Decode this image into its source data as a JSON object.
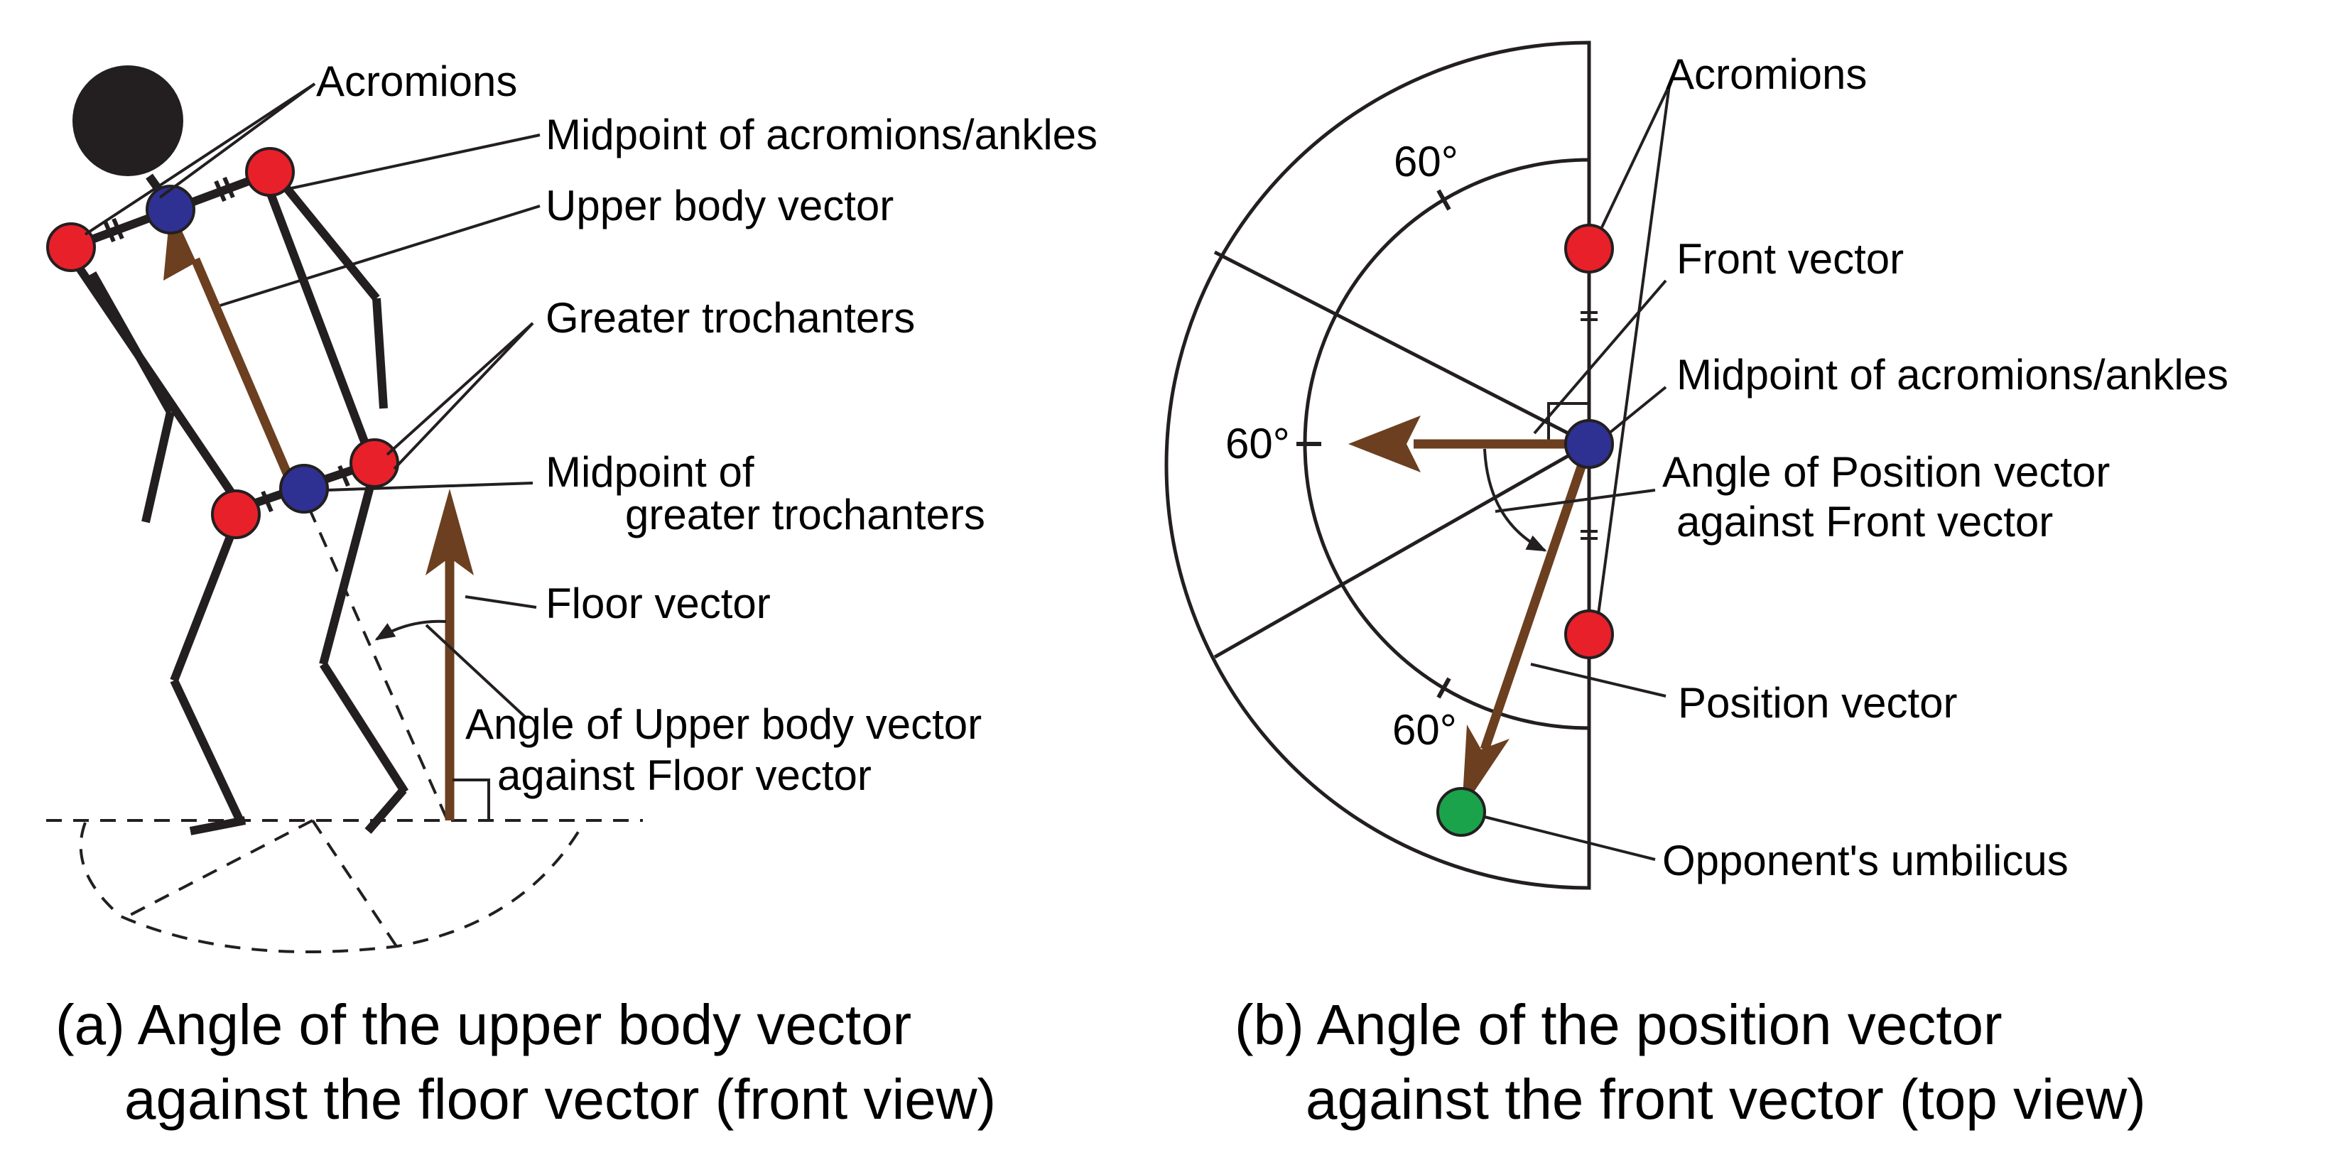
{
  "panel_a": {
    "labels": {
      "acromions": "Acromions",
      "midpoint_acromions_ankles": "Midpoint of acromions/ankles",
      "upper_body_vector": "Upper body vector",
      "greater_trochanters": "Greater trochanters",
      "midpoint_trochanters_line1": "Midpoint of",
      "midpoint_trochanters_line2": "greater trochanters",
      "floor_vector": "Floor vector",
      "angle_line1": "Angle of Upper body vector",
      "angle_line2": "against Floor vector"
    },
    "caption_line1": "(a) Angle of the upper body vector",
    "caption_line2": "against the floor vector (front view)"
  },
  "panel_b": {
    "labels": {
      "acromions": "Acromions",
      "front_vector": "Front vector",
      "midpoint_acromions_ankles": "Midpoint of acromions/ankles",
      "angle_line1": "Angle of Position vector",
      "angle_line2": "against  Front vector",
      "position_vector": "Position vector",
      "opponent_umbilicus": "Opponent's umbilicus"
    },
    "sector_angles": [
      "60°",
      "60°",
      "60°"
    ],
    "caption_line1": "(b) Angle of the position vector",
    "caption_line2": "against the front vector (top view)"
  },
  "colors": {
    "red_marker": "#e8202a",
    "blue_marker": "#2e3192",
    "green_marker": "#1aa34a",
    "vector_brown": "#6b3f1f",
    "line": "#231f20"
  }
}
